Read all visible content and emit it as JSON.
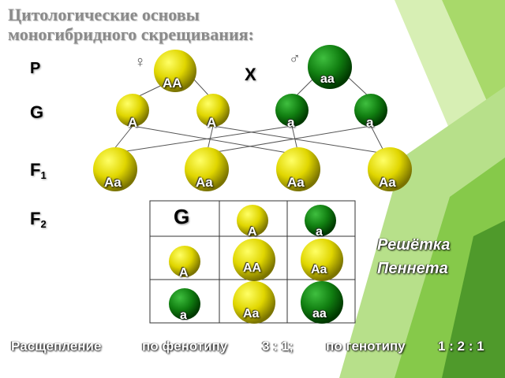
{
  "title_lines": [
    "Цитологические основы",
    "моногибридного скрещивания:"
  ],
  "rows": {
    "p": "P",
    "g": "G",
    "f1_base": "F",
    "f1_sub": "1",
    "f2_base": "F",
    "f2_sub": "2"
  },
  "symbols": {
    "female": "♀",
    "male": "♂",
    "cross": "X"
  },
  "parents": {
    "female": "AA",
    "male": "aa"
  },
  "gametes": [
    "A",
    "A",
    "a",
    "a"
  ],
  "f1": [
    "Aa",
    "Aa",
    "Aa",
    "Aa"
  ],
  "punnett": {
    "corner": "G",
    "top": [
      "A",
      "a"
    ],
    "left": [
      "A",
      "a"
    ],
    "cells": [
      [
        "AA",
        "Aa"
      ],
      [
        "Aa",
        "aa"
      ]
    ]
  },
  "side_label": [
    "Решётка",
    "Пеннета"
  ],
  "bottom": {
    "split": "Расщепление",
    "phen_label": "по фенотипу",
    "phen_ratio": "3 : 1;",
    "gen_label": "по генотипу",
    "gen_ratio": "1 : 2 : 1"
  },
  "colors": {
    "yellow": "#d6d000",
    "green": "#0f7d0f",
    "bg_green": "#7cc940"
  }
}
